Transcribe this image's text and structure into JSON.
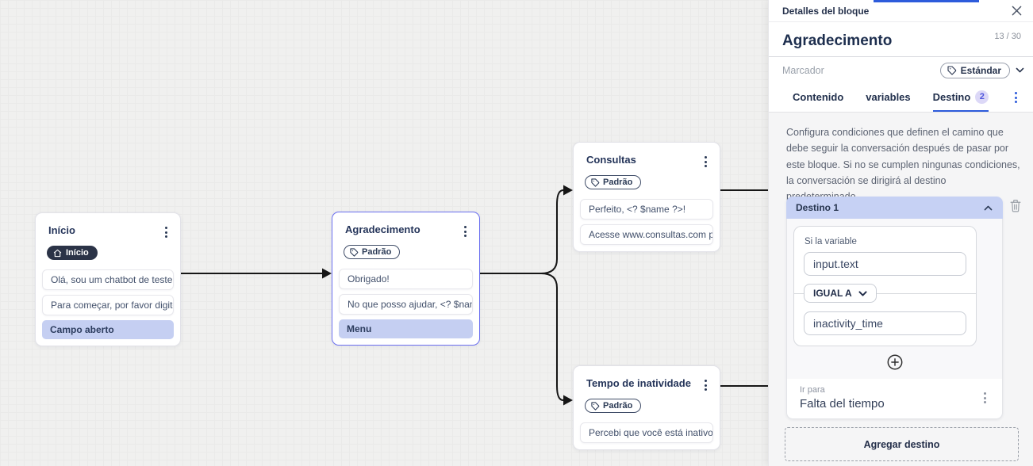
{
  "colors": {
    "accent_blue": "#2d5bdb",
    "periwinkle_highlight": "#c5cff2",
    "destination_header": "#c6d1f4",
    "navy_text": "#25355a",
    "selected_node_border": "#6a6ff0"
  },
  "canvas": {
    "nodes": [
      {
        "title": "Início",
        "badge": "Início",
        "messages": [
          "Olá, sou um chatbot de teste!",
          "Para começar, por favor digite o ..."
        ],
        "action": "Campo aberto"
      },
      {
        "title": "Agradecimento",
        "badge": "Padrão",
        "messages": [
          "Obrigado!",
          "No que posso ajudar, <? $name ..."
        ],
        "action": "Menu"
      },
      {
        "title": "Consultas",
        "badge": "Padrão",
        "messages": [
          "Perfeito, <? $name ?>!",
          "Acesse www.consultas.com par..."
        ]
      },
      {
        "title": "Tempo de inatividade",
        "badge": "Padrão",
        "messages": [
          "Percebi que você está inativo. C..."
        ]
      }
    ]
  },
  "panel": {
    "header_title": "Detalles del bloque",
    "block_name": "Agradecimento",
    "char_counter": "13 / 30",
    "marker_label": "Marcador",
    "marker_value": "Estándar",
    "tabs": [
      {
        "label": "Contenido"
      },
      {
        "label": "variables"
      },
      {
        "label": "Destino",
        "badge": "2"
      }
    ],
    "description": "Configura condiciones que definen el camino que debe seguir la conversación después de pasar por este bloque. Si no se cumplen ningunas condiciones, la conversación se dirigirá al destino predeterminado.",
    "destination": {
      "title": "Destino 1",
      "condition_label": "Si la variable",
      "variable_value": "input.text",
      "operator_value": "IGUAL A",
      "compare_value": "inactivity_time",
      "goto_label": "Ir para",
      "goto_value": "Falta del tiempo"
    },
    "add_destination_label": "Agregar destino"
  }
}
